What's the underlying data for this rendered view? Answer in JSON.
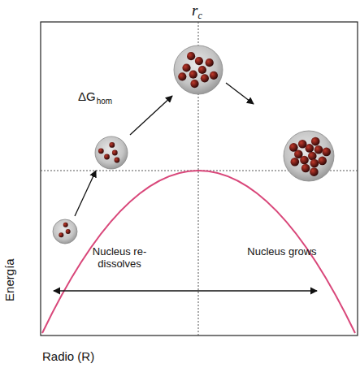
{
  "diagram": {
    "labels": [
      "r",
      "c",
      "ΔG",
      "hom",
      "Nucleus re-dissolves",
      "Nucleus grows",
      "Energía",
      "Radio (R)"
    ]
  }
}
